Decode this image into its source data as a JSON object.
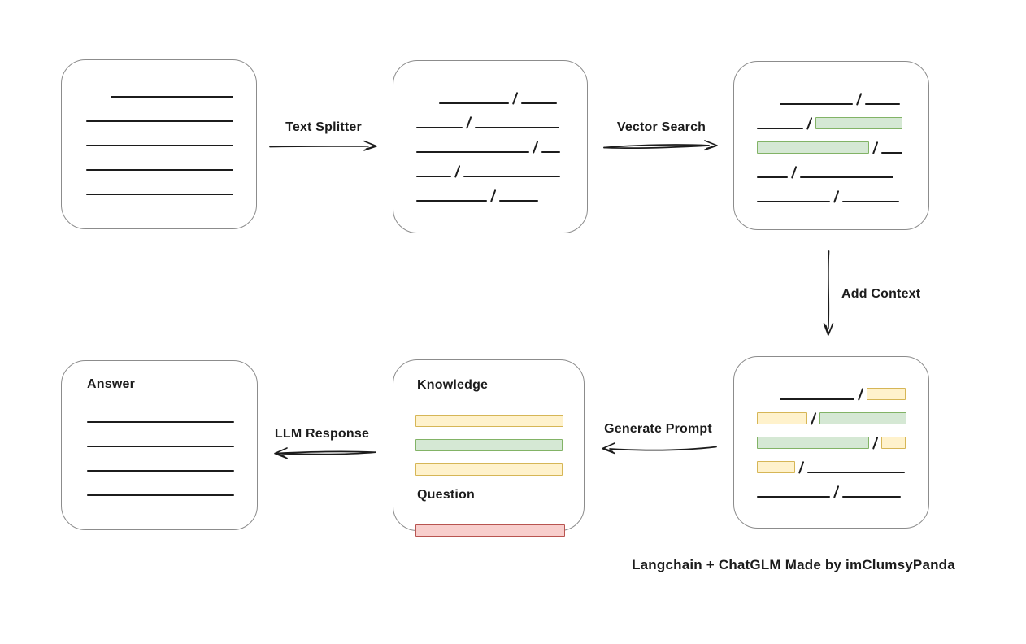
{
  "diagram": {
    "caption": "Langchain + ChatGLM Made by imClumsyPanda",
    "colors": {
      "ink": "#1c1c1c",
      "box_border": "#8c8c8c",
      "green_fill": "#d5e8d4",
      "green_stroke": "#82b366",
      "yellow_fill": "#fff2cc",
      "yellow_stroke": "#d6b656",
      "red_fill": "#f8cecc",
      "red_stroke": "#b85450"
    },
    "arrows": {
      "text_splitter": {
        "label": "Text Splitter",
        "direction": "right"
      },
      "vector_search": {
        "label": "Vector Search",
        "direction": "right"
      },
      "add_context": {
        "label": "Add Context",
        "direction": "down"
      },
      "generate_prompt": {
        "label": "Generate Prompt",
        "direction": "left"
      },
      "llm_response": {
        "label": "LLM Response",
        "direction": "left"
      }
    },
    "nodes": {
      "document": {
        "rows": [
          {
            "indent": 30,
            "segments": [
              {
                "kind": "line",
                "w": 151
              }
            ]
          },
          {
            "segments": [
              {
                "kind": "line",
                "w": 181
              }
            ]
          },
          {
            "segments": [
              {
                "kind": "line",
                "w": 181
              }
            ]
          },
          {
            "segments": [
              {
                "kind": "line",
                "w": 181
              }
            ]
          },
          {
            "segments": [
              {
                "kind": "line",
                "w": 181
              }
            ]
          }
        ]
      },
      "split_text": {
        "rows": [
          {
            "indent": 28,
            "segments": [
              {
                "kind": "line",
                "w": 86
              },
              {
                "kind": "line",
                "w": 44
              }
            ]
          },
          {
            "segments": [
              {
                "kind": "line",
                "w": 57
              },
              {
                "kind": "line",
                "w": 104
              }
            ]
          },
          {
            "segments": [
              {
                "kind": "line",
                "w": 139
              },
              {
                "kind": "line",
                "w": 23
              }
            ]
          },
          {
            "segments": [
              {
                "kind": "line",
                "w": 43
              },
              {
                "kind": "line",
                "w": 119
              }
            ]
          },
          {
            "segments": [
              {
                "kind": "line",
                "w": 87
              },
              {
                "kind": "line",
                "w": 48
              }
            ]
          }
        ]
      },
      "matched_chunks": {
        "rows": [
          {
            "indent": 28,
            "segments": [
              {
                "kind": "line",
                "w": 90
              },
              {
                "kind": "line",
                "w": 43
              }
            ]
          },
          {
            "segments": [
              {
                "kind": "line",
                "w": 57
              },
              {
                "kind": "green",
                "w": 107
              }
            ]
          },
          {
            "segments": [
              {
                "kind": "green",
                "w": 138
              },
              {
                "kind": "line",
                "w": 26
              }
            ]
          },
          {
            "segments": [
              {
                "kind": "line",
                "w": 38
              },
              {
                "kind": "line",
                "w": 115
              }
            ]
          },
          {
            "segments": [
              {
                "kind": "line",
                "w": 90
              },
              {
                "kind": "line",
                "w": 70
              }
            ]
          }
        ]
      },
      "context_chunks": {
        "rows": [
          {
            "indent": 28,
            "segments": [
              {
                "kind": "line",
                "w": 92
              },
              {
                "kind": "yellow",
                "w": 48
              }
            ]
          },
          {
            "segments": [
              {
                "kind": "yellow",
                "w": 62
              },
              {
                "kind": "green",
                "w": 107
              }
            ]
          },
          {
            "segments": [
              {
                "kind": "green",
                "w": 138
              },
              {
                "kind": "yellow",
                "w": 30
              }
            ]
          },
          {
            "segments": [
              {
                "kind": "yellow",
                "w": 47
              },
              {
                "kind": "line",
                "w": 120
              }
            ]
          },
          {
            "segments": [
              {
                "kind": "line",
                "w": 90
              },
              {
                "kind": "line",
                "w": 72
              }
            ]
          }
        ]
      },
      "prompt": {
        "knowledge_label": "Knowledge",
        "question_label": "Question",
        "knowledge_rows": [
          {
            "segments": [
              {
                "kind": "yellow",
                "w": 182
              }
            ]
          },
          {
            "segments": [
              {
                "kind": "green",
                "w": 181
              }
            ]
          },
          {
            "segments": [
              {
                "kind": "yellow",
                "w": 181
              }
            ]
          }
        ],
        "question_rows": [
          {
            "segments": [
              {
                "kind": "red",
                "w": 184
              }
            ]
          }
        ]
      },
      "answer": {
        "title": "Answer",
        "rows": [
          {
            "segments": [
              {
                "kind": "line",
                "w": 181
              }
            ]
          },
          {
            "segments": [
              {
                "kind": "line",
                "w": 181
              }
            ]
          },
          {
            "segments": [
              {
                "kind": "line",
                "w": 181
              }
            ]
          },
          {
            "segments": [
              {
                "kind": "line",
                "w": 181
              }
            ]
          }
        ]
      }
    }
  }
}
